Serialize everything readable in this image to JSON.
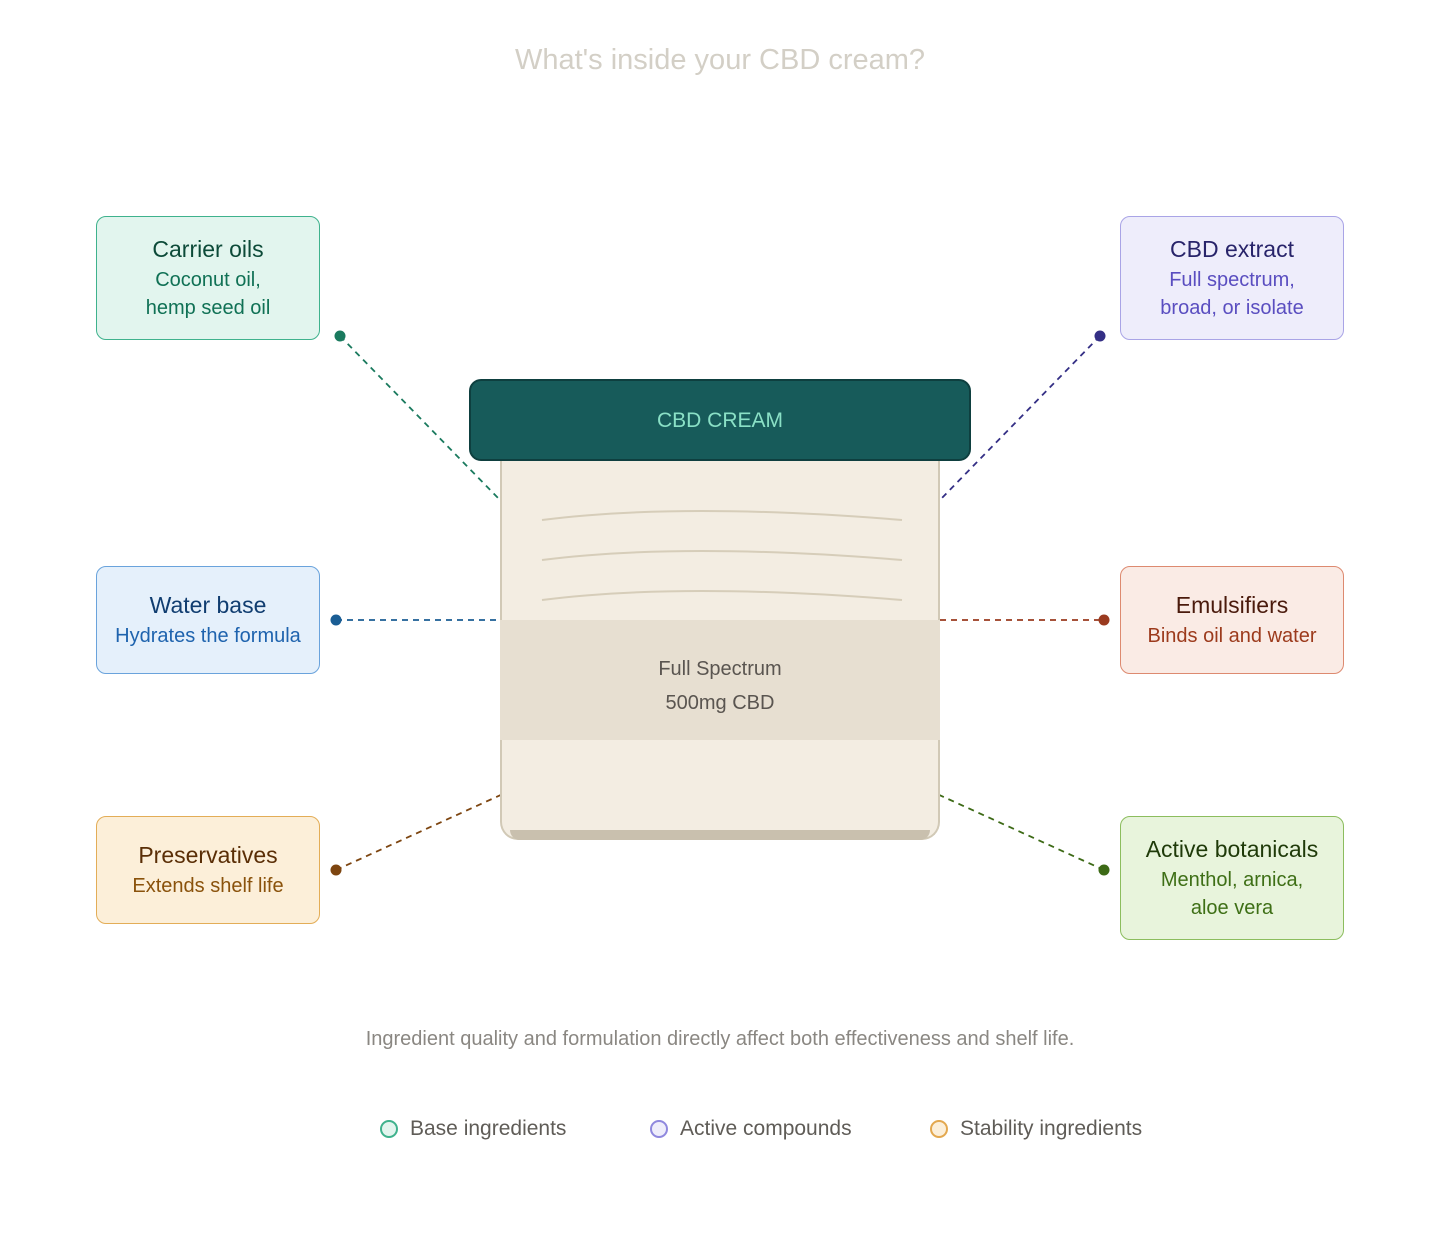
{
  "title": "What's inside your CBD cream?",
  "jar": {
    "lid_label": "CBD CREAM",
    "label_line1": "Full Spectrum",
    "label_line2": "500mg CBD"
  },
  "ingredients": [
    {
      "title": "Carrier oils",
      "line1": "Coconut oil,",
      "line2": "hemp seed oil",
      "category": "base",
      "color": "#1a7a5e"
    },
    {
      "title": "CBD extract",
      "line1": "Full spectrum,",
      "line2": "broad, or isolate",
      "category": "active",
      "color": "#342f85"
    },
    {
      "title": "Water base",
      "line1": "Hydrates the formula",
      "category": "base",
      "color": "#1a5d94"
    },
    {
      "title": "Emulsifiers",
      "line1": "Binds oil and water",
      "category": "stability",
      "color": "#9a3a1f"
    },
    {
      "title": "Preservatives",
      "line1": "Extends shelf life",
      "category": "stability",
      "color": "#7d4510"
    },
    {
      "title": "Active botanicals",
      "line1": "Menthol, arnica,",
      "line2": "aloe vera",
      "category": "active",
      "color": "#3d6a16"
    }
  ],
  "caption": "Ingredient quality and formulation directly affect both effectiveness and shelf life.",
  "legend": [
    {
      "label": "Base ingredients",
      "fill": "#e2f5ee",
      "stroke": "#3fb28d"
    },
    {
      "label": "Active compounds",
      "fill": "#eeedfb",
      "stroke": "#8f88de"
    },
    {
      "label": "Stability ingredients",
      "fill": "#fcefd9",
      "stroke": "#e3a84f"
    }
  ]
}
